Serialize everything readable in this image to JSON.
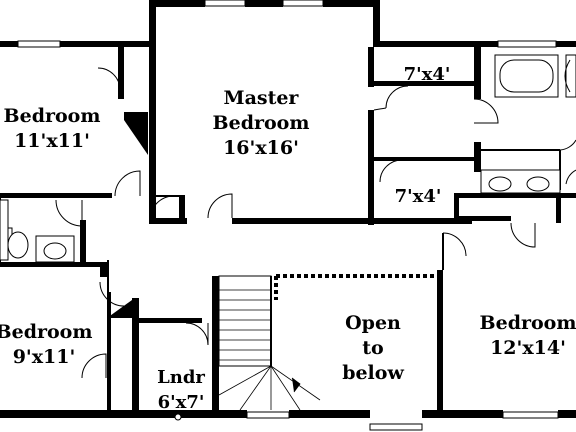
{
  "rooms": {
    "bedroom_left": {
      "name": "Bedroom",
      "size": "11'x11'"
    },
    "master": {
      "name1": "Master",
      "name2": "Bedroom",
      "size": "16'x16'"
    },
    "closet_top": {
      "size": "7'x4'"
    },
    "closet_mid": {
      "size": "7'x4'"
    },
    "bedroom_lower_left": {
      "name": "Bedroom",
      "size": "9'x11'"
    },
    "laundry": {
      "name": "Lndr",
      "size": "6'x7'"
    },
    "open": {
      "line1": "Open",
      "line2": "to",
      "line3": "below"
    },
    "bedroom_right": {
      "name": "Bedroom",
      "size": "12'x14'"
    }
  }
}
